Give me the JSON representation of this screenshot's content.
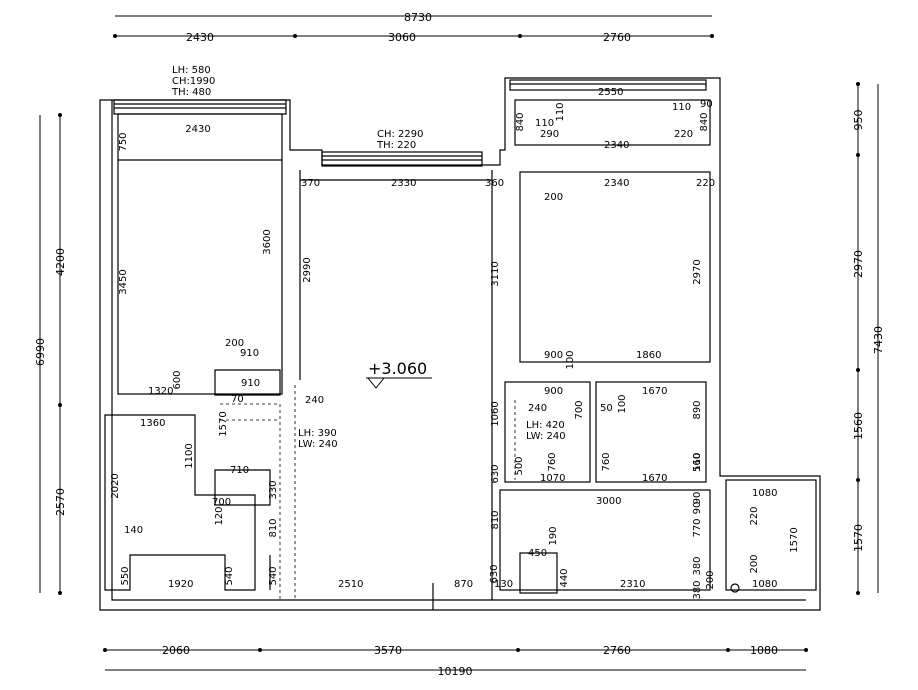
{
  "elevation_mark": "+3.060",
  "notes": {
    "top_left_window": [
      "LH: 580",
      "CH:1990",
      "TH: 480"
    ],
    "top_middle_window": [
      "CH: 2290",
      "TH: 220"
    ],
    "hall_opening": [
      "LH: 390",
      "LW: 240"
    ],
    "right_opening": [
      "LH: 420",
      "LW: 240"
    ]
  },
  "top_dims": {
    "overall": "8730",
    "a": "2430",
    "b": "3060",
    "c": "2760"
  },
  "bottom_dims": {
    "overall": "10190",
    "a": "2060",
    "b": "3570",
    "c": "2760",
    "d": "1080"
  },
  "left_dims": {
    "overall": "6990",
    "a": "4200",
    "b": "2570"
  },
  "right_dims": {
    "overall": "7430",
    "a": "950",
    "b": "2970",
    "c": "1560",
    "d": "1570"
  },
  "inner_labels": [
    "2430",
    "750",
    "3450",
    "3600",
    "1320",
    "600",
    "910",
    "200",
    "910",
    "70",
    "1360",
    "1570",
    "1100",
    "2020",
    "710",
    "700",
    "120",
    "330",
    "810",
    "140",
    "550",
    "1920",
    "540",
    "540",
    "370",
    "2330",
    "360",
    "2990",
    "3110",
    "240",
    "2510",
    "870",
    "630",
    "130",
    "1060",
    "630",
    "810",
    "240",
    "2550",
    "110",
    "110",
    "110",
    "90",
    "840",
    "290",
    "220",
    "840",
    "2340",
    "2340",
    "220",
    "200",
    "2970",
    "900",
    "1860",
    "100",
    "900",
    "1670",
    "700",
    "50",
    "100",
    "890",
    "760",
    "760",
    "1070",
    "1670",
    "110",
    "560",
    "3000",
    "450",
    "190",
    "440",
    "2310",
    "770",
    "200",
    "380",
    "1080",
    "220",
    "1570",
    "200",
    "1080",
    "500",
    "380",
    "90",
    "90"
  ]
}
